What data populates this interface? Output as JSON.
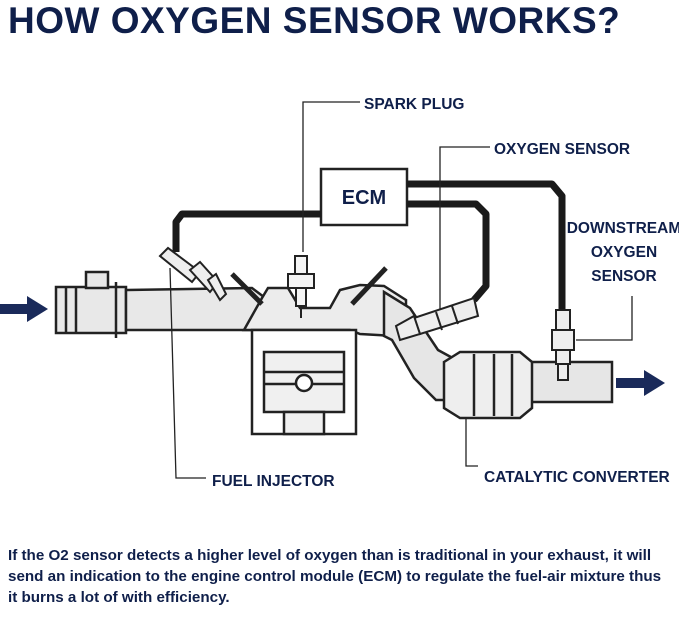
{
  "title": "HOW OXYGEN SENSOR WORKS?",
  "labels": {
    "spark_plug": "SPARK PLUG",
    "oxygen_sensor": "OXYGEN SENSOR",
    "ecm": "ECM",
    "downstream_1": "DOWNSTREAM",
    "downstream_2": "OXYGEN",
    "downstream_3": "SENSOR",
    "fuel_injector": "FUEL INJECTOR",
    "catalytic_converter": "CATALYTIC CONVERTER"
  },
  "caption": "If the O2 sensor detects a higher level of oxygen than is traditional in your exhaust, it will send an indication to the engine control module (ECM) to regulate the fuel-air mixture thus it burns a lot of with efficiency.",
  "colors": {
    "text": "#0f1f4a",
    "arrow": "#1a2a5a",
    "pipe": "#e6e6e6",
    "wire": "#1a1a1a"
  }
}
